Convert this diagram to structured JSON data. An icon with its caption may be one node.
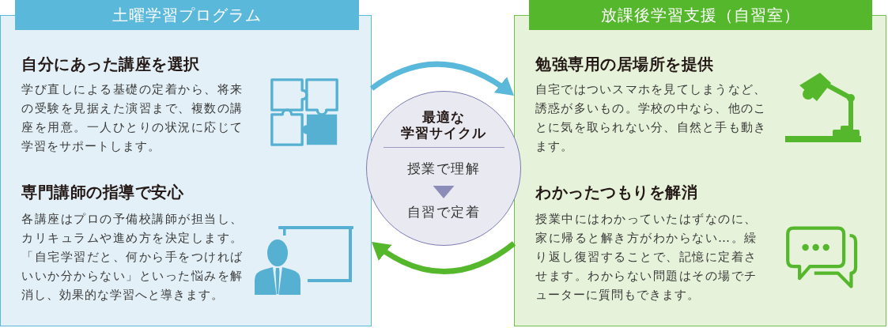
{
  "diagram": {
    "nodes": [
      {
        "text": [
          "土曜学習プログラム",
          "自分にあった講座を選択",
          "学び直しによる基礎の定着から、将来の受験を見据えた演習まで、複数の講座を用意。一人ひとりの状況に応じて学習をサポートします。",
          "専門講師の指導で安心",
          "各講座はプロの予備校講師が担当し、カリキュラムや進め方を決定します。「自宅学習だと、何から手をつければいいか分からない」といった悩みを解消し、効果的な学習へと導きます。"
        ]
      },
      {
        "text": [
          "最適な学習サイクル"
        ]
      },
      {
        "text": [
          "授業で理解"
        ],
        "in": 1
      },
      {
        "text": [
          "自習で定着"
        ],
        "in": 1
      },
      {
        "text": [
          "放課後学習支援（自習室）",
          "勉強専用の居場所を提供",
          "自宅ではついスマホを見てしまうなど、誘惑が多いもの。学校の中なら、他のことに気を取られない分、自然と手も動きます。",
          "わかったつもりを解消",
          "授業中にはわかっていたはずなのに、家に帰ると解き方がわからない…。繰り返し復習することで、記憶に定着させます。わからない問題はその場でチューターに質問もできます。"
        ]
      }
    ],
    "edges": [
      {
        "from": 0,
        "to": 4,
        "arrow": "to",
        "color": "#5ab8da"
      },
      {
        "from": 4,
        "to": 0,
        "arrow": "to",
        "color": "#55b82c"
      },
      {
        "from": 2,
        "to": 3,
        "arrow": "to",
        "color": "#8c8cb8"
      }
    ]
  }
}
